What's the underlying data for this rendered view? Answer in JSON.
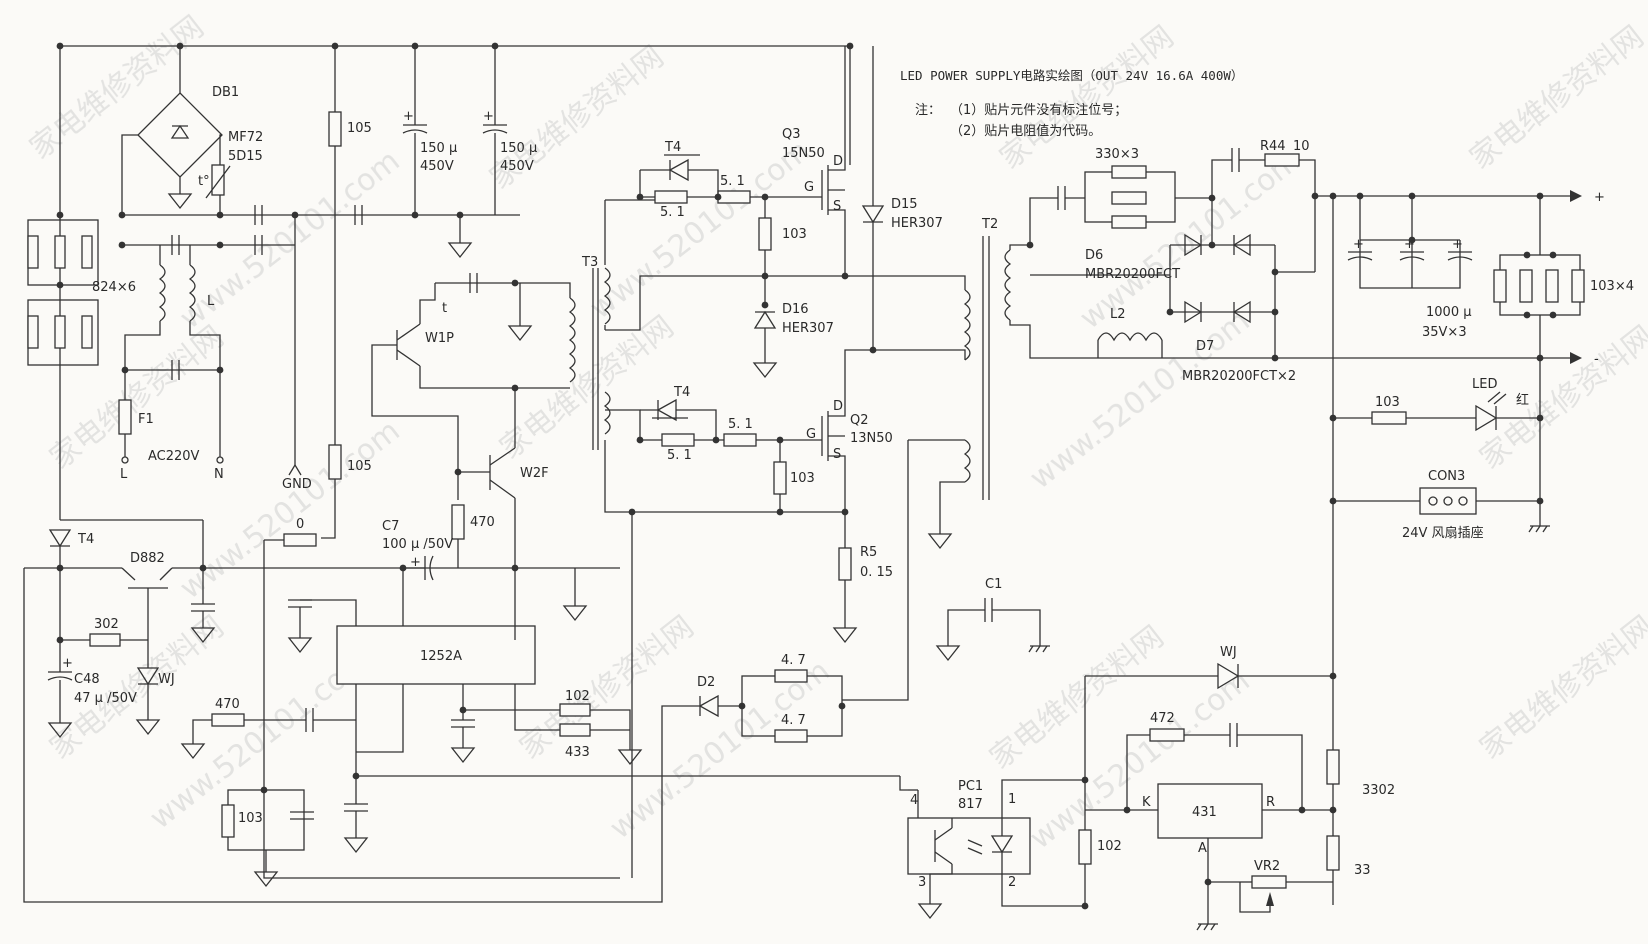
{
  "title": "LED POWER SUPPLY电路实绘图（OUT 24V 16.6A 400W）",
  "notes": {
    "label": "注：",
    "line1": "（1）贴片元件没有标注位号；",
    "line2": "（2）贴片电阻值为代码。"
  },
  "watermarks": [
    "家电维修资料网",
    "www.520101.com"
  ],
  "input": {
    "bridge": "DB1",
    "thermistor": "MF72",
    "thermistor_value": "5D15",
    "thermistor_symbol": "t°",
    "res_array": "824×6",
    "choke": "L",
    "fuse": "F1",
    "ac": "AC220V",
    "l": "L",
    "n": "N",
    "gnd": "GND",
    "r_top": "105",
    "r_mid": "105",
    "cap1_value": "150 μ",
    "cap1_voltage": "450V",
    "cap2_value": "150 μ",
    "cap2_voltage": "450V"
  },
  "startup": {
    "diode": "T4",
    "transistor": "D882",
    "res": "302",
    "zener": "WJ",
    "cap": "C48",
    "cap_value": "47 μ /50V",
    "r470a": "470",
    "r0": "0",
    "c7": "C7",
    "c7_value": "100 μ /50V",
    "r470b": "470",
    "w1": "W1P",
    "w2": "W2F",
    "ic": "1252A",
    "r102": "102",
    "r433": "433",
    "r103": "103",
    "tsmall": "t"
  },
  "primary": {
    "t3": "T3",
    "q3": "Q3",
    "q3_part": "15N50",
    "q2": "Q2",
    "q2_part": "13N50",
    "t4a": "T4",
    "t4b": "T4",
    "r51a": "5. 1",
    "r51b": "5. 1",
    "r51c": "5. 1",
    "r51d": "5. 1",
    "r103a": "103",
    "r103b": "103",
    "d15": "D15",
    "d15_part": "HER307",
    "d16": "D16",
    "d16_part": "HER307",
    "r5": "R5",
    "r5_value": "0. 15",
    "d2": "D2",
    "r47a": "4. 7",
    "r47b": "4. 7",
    "c1": "C1",
    "g": "G",
    "d": "D",
    "s": "S"
  },
  "secondary": {
    "t2": "T2",
    "r330": "330×3",
    "r44": "R44",
    "r44_value": "10",
    "d6": "D6",
    "d6_part": "MBR20200FCT",
    "l2": "L2",
    "d7": "D7",
    "d7_part": "MBR20200FCT×2",
    "caps": "1000 μ",
    "caps_rating": "35V×3",
    "res_out": "103×4",
    "plus": "+",
    "minus": "-",
    "led": "LED",
    "led_color": "红",
    "r103": "103",
    "con": "CON3",
    "fan": "24V 风扇插座"
  },
  "feedback": {
    "pc1": "PC1",
    "pc1_part": "817",
    "pin4": "4",
    "pin3": "3",
    "pin1": "1",
    "pin2": "2",
    "wj": "WJ",
    "r472": "472",
    "r102": "102",
    "ic431": "431",
    "k": "K",
    "r": "R",
    "a": "A",
    "vr2": "VR2",
    "r3302": "3302",
    "r33": "33"
  }
}
